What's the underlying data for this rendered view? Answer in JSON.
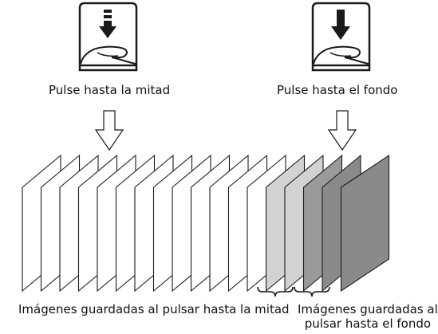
{
  "labels": {
    "half_press": "Pulse hasta la mitad",
    "full_press": "Pulse hasta el fondo",
    "caption_half": "Imágenes guardadas al pulsar hasta la mitad",
    "caption_full_line1": "Imágenes guardadas al",
    "caption_full_line2": "pulsar hasta el fondo"
  },
  "icons": {
    "half_press_button": "shutter-half-press-icon",
    "full_press_button": "shutter-full-press-icon",
    "arrow_down": "hollow-down-arrow-icon"
  },
  "frames": {
    "white_count": 13,
    "light_gray_count": 2,
    "dark_gray_count": 3,
    "colors": {
      "white": "#ffffff",
      "light_gray": "#d2d2d2",
      "mid_gray": "#9a9a9a",
      "dark_gray": "#8a8a8a",
      "outline": "#1a1a1a"
    }
  }
}
